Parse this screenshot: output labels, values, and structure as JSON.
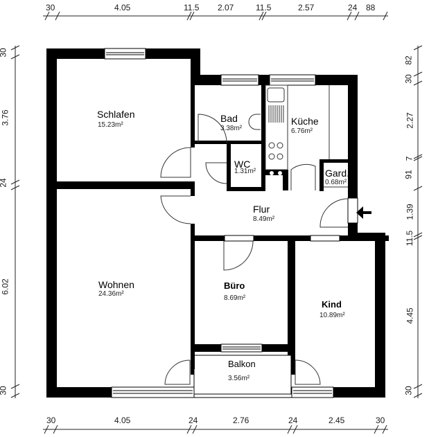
{
  "floor_plan": {
    "rooms": [
      {
        "name": "Schlafen",
        "area": "15.23m²"
      },
      {
        "name": "Bad",
        "area": "3.38m²"
      },
      {
        "name": "Küche",
        "area": "6.76m²"
      },
      {
        "name": "WC",
        "area": "1.31m²"
      },
      {
        "name": "Gard.",
        "area": "0.68m²"
      },
      {
        "name": "Flur",
        "area": "8.49m²"
      },
      {
        "name": "Wohnen",
        "area": "24.36m²"
      },
      {
        "name": "Büro",
        "area": "8.69m²"
      },
      {
        "name": "Kind",
        "area": "10.89m²"
      },
      {
        "name": "Balkon",
        "area": "3.56m²"
      }
    ],
    "dimensions": {
      "top": [
        "30",
        "4.05",
        "11.5",
        "2.07",
        "11.5",
        "2.57",
        "24",
        "88"
      ],
      "bottom": [
        "30",
        "4.05",
        "24",
        "2.76",
        "24",
        "2.45",
        "30"
      ],
      "left": [
        "30",
        "3.76",
        "24",
        "6.02",
        "30"
      ],
      "right": [
        "82",
        "30",
        "2.27",
        "7",
        "91",
        "1.39",
        "11.5",
        "4.45",
        "30"
      ]
    },
    "entrance_marker": "arrow-left"
  }
}
